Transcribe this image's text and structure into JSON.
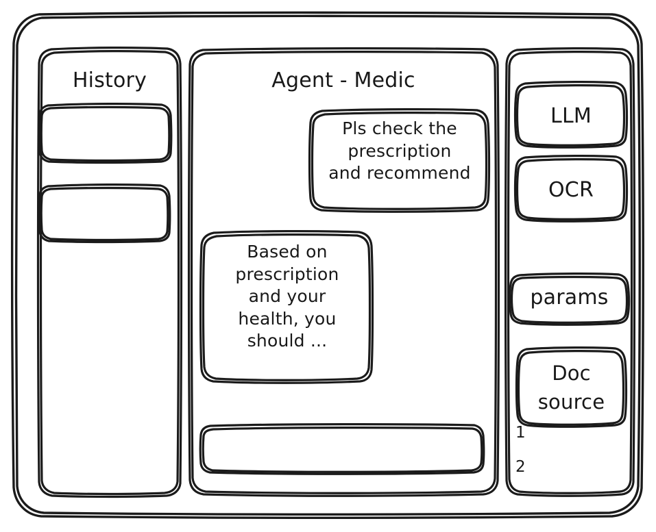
{
  "app": {
    "background_color": "#ffffff",
    "ink_color": "#1b1b1b",
    "style": "hand-drawn wireframe"
  },
  "window": {
    "frame_name": "app-window-frame"
  },
  "sidebar_left": {
    "title": "History",
    "items": [
      {
        "label": "",
        "name": "history-item-1"
      },
      {
        "label": "",
        "name": "history-item-2"
      }
    ]
  },
  "main": {
    "title": "Agent - Medic",
    "messages": [
      {
        "role": "user",
        "text": "Pls check the\nprescription\nand recommend",
        "align": "right"
      },
      {
        "role": "assistant",
        "text": "Based on\nprescription\nand your\nhealth, you\nshould ...",
        "align": "left"
      }
    ],
    "composer": {
      "value": "",
      "placeholder": ""
    }
  },
  "sidebar_right": {
    "buttons": [
      {
        "label": "LLM",
        "name": "llm-button"
      },
      {
        "label": "OCR",
        "name": "ocr-button"
      },
      {
        "label": "params",
        "name": "params-button"
      }
    ],
    "doc_source": {
      "label": "Doc\nsource",
      "items": [
        "1",
        "2"
      ]
    }
  }
}
